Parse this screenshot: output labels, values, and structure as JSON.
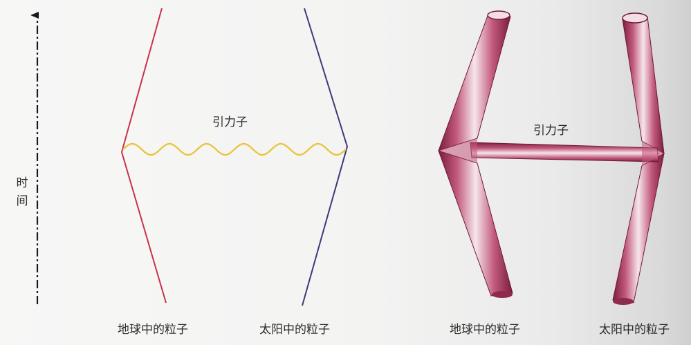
{
  "axis": {
    "time_label": "时间"
  },
  "left_diagram": {
    "graviton_label": "引力子",
    "earth_label": "地球中的粒子",
    "sun_label": "太阳中的粒子"
  },
  "right_diagram": {
    "graviton_label": "引力子",
    "earth_label": "地球中的粒子",
    "sun_label": "太阳中的粒子"
  },
  "colors": {
    "earth_line": "#c8324a",
    "sun_line": "#3a3a7a",
    "graviton_wave": "#e8c640",
    "tube": "#a8385c"
  }
}
